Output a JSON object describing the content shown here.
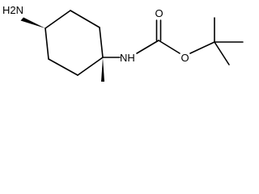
{
  "molecule": {
    "atom_labels": {
      "amine": "H2N",
      "carbamate_nh": "NH",
      "carbonyl_oxygen": "O",
      "ester_oxygen": "O"
    }
  }
}
